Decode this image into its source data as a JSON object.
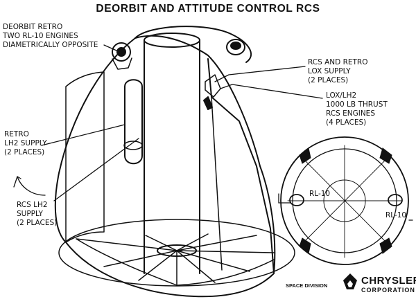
{
  "title": "DEORBIT AND ATTITUDE CONTROL RCS",
  "labels": {
    "deorbit": [
      "DEORBIT RETRO",
      "TWO RL-10 ENGINES",
      "DIAMETRICALLY OPPOSITE"
    ],
    "rcs_retro_lox": [
      "RCS AND RETRO",
      "LOX SUPPLY",
      "(2 PLACES)"
    ],
    "lox_lh2_engines": [
      "LOX/LH2",
      "1000 LB THRUST",
      "RCS ENGINES",
      "(4 PLACES)"
    ],
    "retro_lh2": [
      "RETRO",
      "LH2 SUPPLY",
      "(2 PLACES)"
    ],
    "rcs_lh2": [
      "RCS LH2",
      "SUPPLY",
      "(2 PLACES)"
    ]
  },
  "plan_view": {
    "engine_left": "RL-10",
    "engine_right": "RL-10"
  },
  "credit": {
    "division": "SPACE DIVISION",
    "company": "CHRYSLER",
    "sub": "CORPORATION"
  },
  "colors": {
    "ink": "#111111",
    "background": "#ffffff"
  }
}
